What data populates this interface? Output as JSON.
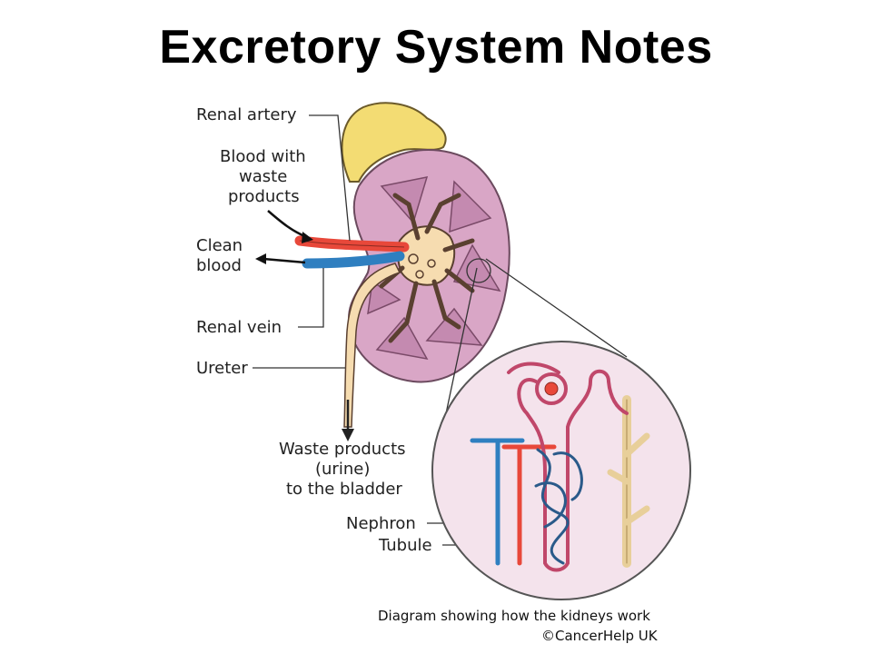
{
  "title": "Excretory System Notes",
  "labels": {
    "renal_artery": "Renal artery",
    "blood_with_waste": [
      "Blood with",
      "waste",
      "products"
    ],
    "clean_blood": [
      "Clean",
      "blood"
    ],
    "renal_vein": "Renal vein",
    "ureter": "Ureter",
    "waste_products": [
      "Waste products",
      "(urine)",
      "to the bladder"
    ],
    "nephron": "Nephron",
    "tubule": "Tubule"
  },
  "caption": {
    "line1": "Diagram showing how the kidneys work",
    "line2": "©CancerHelp UK"
  },
  "colors": {
    "kidney_cortex": "#d9a6c6",
    "kidney_outline": "#6b4a5e",
    "medulla": "#c48ab0",
    "adrenal": "#f3dc73",
    "artery": "#e8483a",
    "vein": "#2f7fc0",
    "ureter": "#f6dcb0",
    "nephron_blue": "#2a5a8a",
    "nephron_red": "#c0476a",
    "zoom_bg": "#f4e3ec"
  }
}
